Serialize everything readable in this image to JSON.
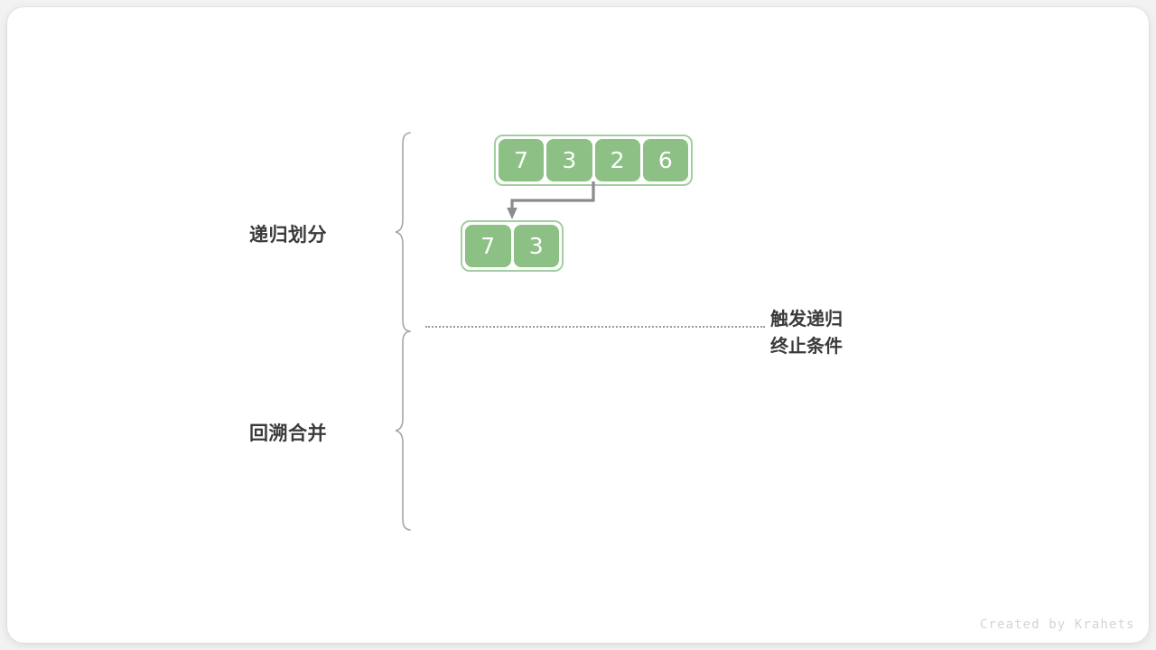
{
  "figure": {
    "title": "merge-sort-recursion",
    "background_color": "#f2f2f2",
    "canvas_color": "#ffffff",
    "accent_color": "#8cc084",
    "accent_border_color": "#a2cf9f",
    "text_color": "#3a3a3a",
    "connector_color": "#8c8c8c",
    "divider_color": "#9a9a9a"
  },
  "phases": [
    {
      "id": "divide",
      "label": "递归划分"
    },
    {
      "id": "merge",
      "label": "回溯合并"
    }
  ],
  "arrays": [
    {
      "id": "root",
      "level": 0,
      "values": [
        "7",
        "3",
        "2",
        "6"
      ]
    },
    {
      "id": "left-half",
      "level": 1,
      "values": [
        "7",
        "3"
      ]
    }
  ],
  "annotations": {
    "termination_line1": "触发递归",
    "termination_line2": "终止条件"
  },
  "watermark": {
    "text": "Created by Krahets"
  }
}
